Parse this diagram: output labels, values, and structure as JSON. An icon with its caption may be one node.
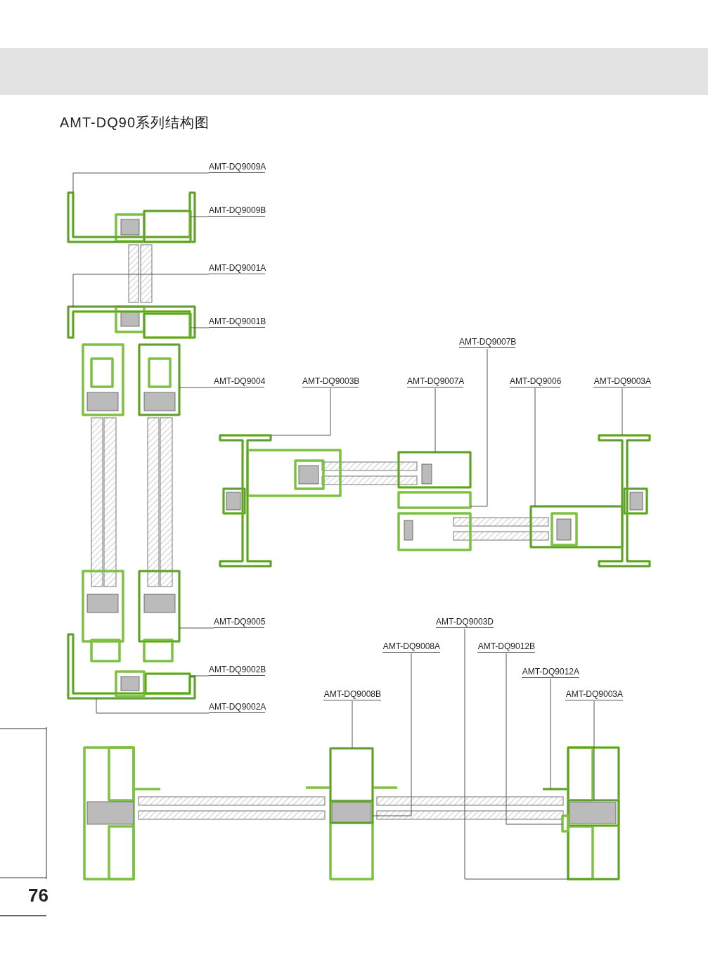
{
  "diagram": {
    "title": "AMT-DQ90系列结构图",
    "nodes": [
      {
        "text": [
          "AMT-DQ9009A"
        ]
      },
      {
        "text": [
          "AMT-DQ9009B"
        ]
      },
      {
        "text": [
          "AMT-DQ9001A"
        ]
      },
      {
        "text": [
          "AMT-DQ9001B"
        ]
      },
      {
        "text": [
          "AMT-DQ9007B"
        ]
      },
      {
        "text": [
          "AMT-DQ9004"
        ]
      },
      {
        "text": [
          "AMT-DQ9003B"
        ]
      },
      {
        "text": [
          "AMT-DQ9007A"
        ]
      },
      {
        "text": [
          "AMT-DQ9006"
        ]
      },
      {
        "text": [
          "AMT-DQ9003A"
        ]
      },
      {
        "text": [
          "AMT-DQ9005"
        ]
      },
      {
        "text": [
          "AMT-DQ9003D"
        ]
      },
      {
        "text": [
          "AMT-DQ9008A"
        ]
      },
      {
        "text": [
          "AMT-DQ9012B"
        ]
      },
      {
        "text": [
          "AMT-DQ9002B"
        ]
      },
      {
        "text": [
          "AMT-DQ9012A"
        ]
      },
      {
        "text": [
          "AMT-DQ9008B"
        ]
      },
      {
        "text": [
          "AMT-DQ9003A"
        ]
      },
      {
        "text": [
          "AMT-DQ9002A"
        ]
      },
      {
        "text": [],
        "shape": "picture"
      },
      {
        "text": [],
        "shape": "picture"
      },
      {
        "text": [],
        "shape": "picture"
      },
      {
        "text": [],
        "shape": "picture"
      },
      {
        "text": [],
        "shape": "box"
      },
      {
        "text": [],
        "shape": "picture"
      },
      {
        "text": [],
        "shape": "picture"
      },
      {
        "text": [],
        "shape": "picture"
      },
      {
        "text": [],
        "shape": "picture"
      },
      {
        "text": [],
        "shape": "picture"
      },
      {
        "text": [],
        "shape": "picture"
      },
      {
        "text": [],
        "shape": "picture"
      },
      {
        "text": [],
        "shape": "picture"
      },
      {
        "text": [],
        "shape": "box"
      },
      {
        "text": [],
        "shape": "picture"
      },
      {
        "text": [],
        "shape": "picture"
      },
      {
        "text": [],
        "shape": "picture"
      },
      {
        "text": [],
        "shape": "picture",
        "in": 30
      },
      {
        "text": [],
        "shape": "picture"
      }
    ],
    "edges": [
      {
        "from": 0,
        "to": 19,
        "arrow": "none"
      },
      {
        "from": 1,
        "to": 20,
        "arrow": "none"
      },
      {
        "from": 2,
        "to": 21,
        "arrow": "none"
      },
      {
        "from": 3,
        "to": 22,
        "arrow": "none"
      },
      {
        "from": 4,
        "to": 23,
        "arrow": "none"
      },
      {
        "from": 5,
        "to": 24,
        "arrow": "none"
      },
      {
        "from": 6,
        "to": 25,
        "arrow": "none"
      },
      {
        "from": 7,
        "to": 26,
        "arrow": "none"
      },
      {
        "from": 8,
        "to": 27,
        "arrow": "none"
      },
      {
        "from": 9,
        "to": 28,
        "arrow": "none"
      },
      {
        "from": 10,
        "to": 29,
        "arrow": "none"
      },
      {
        "from": 11,
        "to": 30,
        "arrow": "none"
      },
      {
        "from": 12,
        "to": 31,
        "arrow": "none"
      },
      {
        "from": 13,
        "to": 32,
        "arrow": "none"
      },
      {
        "from": 14,
        "to": 33,
        "arrow": "none"
      },
      {
        "from": 15,
        "to": 34,
        "arrow": "none"
      },
      {
        "from": 16,
        "to": 35,
        "arrow": "none"
      },
      {
        "from": 17,
        "to": 36,
        "arrow": "none"
      },
      {
        "from": 18,
        "to": 37,
        "arrow": "none"
      }
    ],
    "labels": [
      "76"
    ]
  }
}
